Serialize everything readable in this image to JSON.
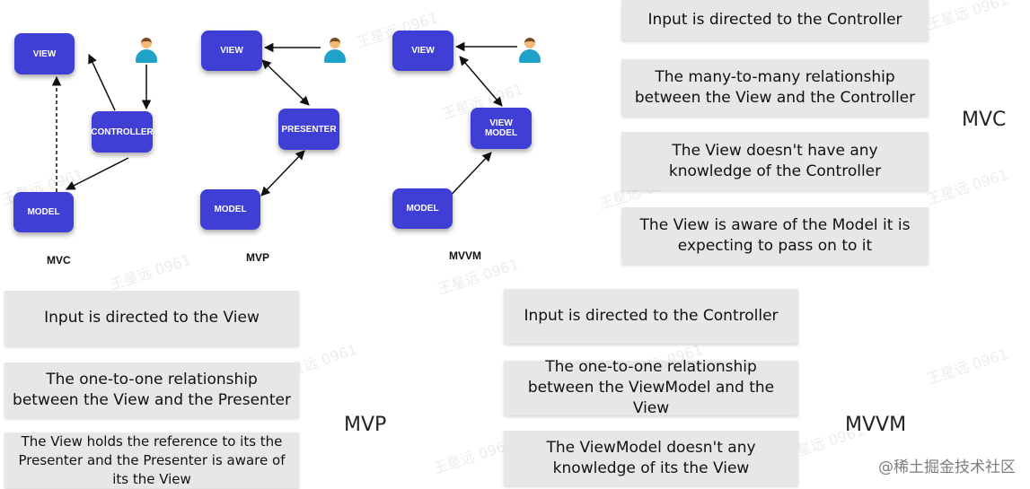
{
  "diagrams": {
    "mvc": {
      "label": "MVC",
      "view": "VIEW",
      "controller": "CONTROLLER",
      "model": "MODEL"
    },
    "mvp": {
      "label": "MVP",
      "view": "VIEW",
      "presenter": "PRESENTER",
      "model": "MODEL"
    },
    "mvvm": {
      "label": "MVVM",
      "view": "VIEW",
      "viewmodel": "VIEW MODEL",
      "model": "MODEL"
    }
  },
  "mvc_section": {
    "label": "MVC",
    "boxes": [
      "Input is directed to the Controller",
      "The many-to-many relationship between the View and the Controller",
      "The View doesn't have any knowledge of the Controller",
      "The View is aware of the Model it is expecting to pass on to it"
    ]
  },
  "mvp_section": {
    "label": "MVP",
    "boxes": [
      "Input is directed to the View",
      "The one-to-one relationship between the View and the Presenter",
      "The View holds the reference to its the Presenter and the Presenter is aware of its the View"
    ]
  },
  "mvvm_section": {
    "label": "MVVM",
    "boxes": [
      "Input is directed to the Controller",
      "The one-to-one relationship between the ViewModel and the View",
      "The ViewModel doesn't any knowledge of its the View"
    ]
  },
  "watermark": "王星远 0961",
  "credit": "@稀土掘金技术社区",
  "colors": {
    "node": "#3f3fd6",
    "box": "#e7e7e7",
    "person_shirt": "#1fa2c9"
  }
}
